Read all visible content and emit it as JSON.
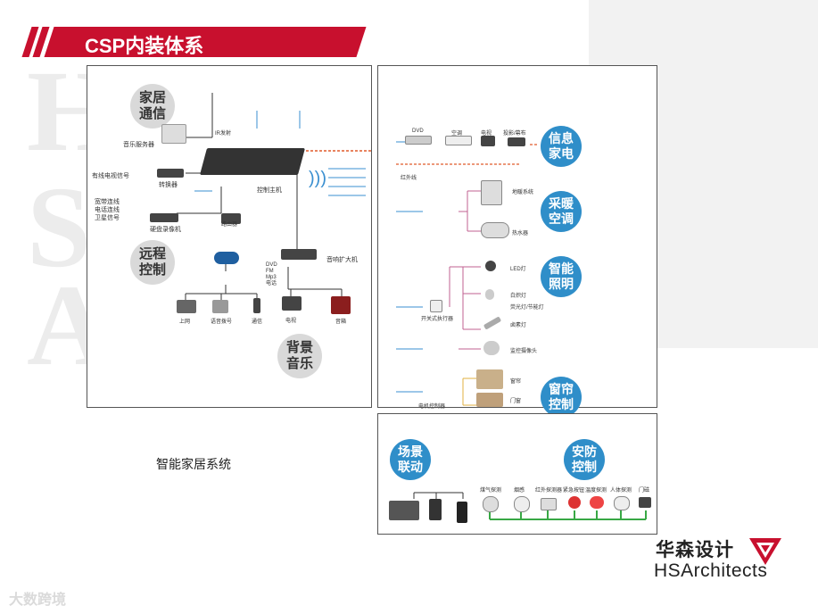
{
  "slide": {
    "title": "CSP内装体系",
    "caption": "智能家居系统",
    "background_letters": [
      "H",
      "S",
      "A"
    ]
  },
  "brand": {
    "name_cn": "华森设计",
    "name_en": "HSArchitects",
    "accent": "#c8102e"
  },
  "watermark": "大数跨境",
  "left_panel": {
    "bubbles": [
      "家居\n通信",
      "远程\n控制",
      "背景\n音乐"
    ],
    "labels": {
      "music_server": "音乐服务器",
      "cable_tv": "有线电视信号",
      "converter": "转换器",
      "broadband": "宽带连线\n电话连线\n卫星信号",
      "dvr": "硬盘录像机",
      "router": "路由器",
      "host": "控制主机",
      "amplifier": "音响扩大机",
      "sources": "DVD\nFM\nMp3\n电话",
      "pc": "上网",
      "phone": "语音拨号",
      "mobile": "通信",
      "tv": "电视",
      "speaker": "音箱",
      "ir": "IR发射"
    }
  },
  "right_panel": {
    "bubbles": [
      "信息\n家电",
      "采暖\n空调",
      "智能\n照明",
      "窗帘\n控制"
    ],
    "labels": {
      "appliances": [
        "DVD",
        "空调",
        "电视",
        "投影/幕布"
      ],
      "ir_label": "红外线",
      "heating": [
        "地暖系统",
        "热水器"
      ],
      "lighting": [
        "LED灯",
        "白炽灯",
        "荧光灯/节能灯",
        "卤素灯"
      ],
      "switch": "开关式执行器",
      "camera": "监控摄像头",
      "curtain": [
        "窗帘",
        "门窗"
      ],
      "curtain_relay": "电机控制器"
    }
  },
  "bottom_panel": {
    "bubbles": [
      "场景\n联动",
      "安防\n控制"
    ],
    "sensors": [
      "煤气探测",
      "烟感",
      "红外探测器",
      "紧急按钮",
      "温度探测",
      "人体探测",
      "门磁"
    ]
  }
}
